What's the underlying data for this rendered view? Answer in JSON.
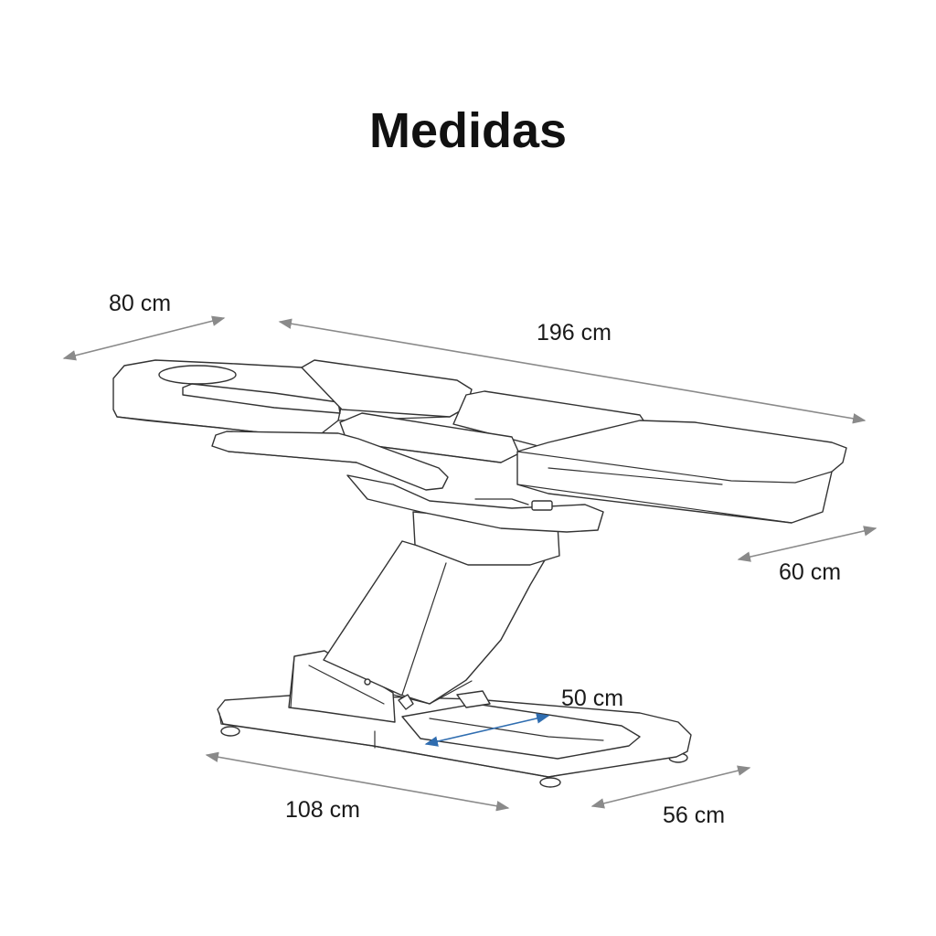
{
  "title": "Medidas",
  "dimensions": {
    "width_top": "80 cm",
    "length_total": "196 cm",
    "leg_section_width": "60 cm",
    "base_inner": "50 cm",
    "base_length": "108 cm",
    "base_width": "56 cm"
  },
  "colors": {
    "dimension_arrow": "#8a8a8a",
    "inner_arrow": "#2f6db0",
    "outline": "#333333"
  }
}
